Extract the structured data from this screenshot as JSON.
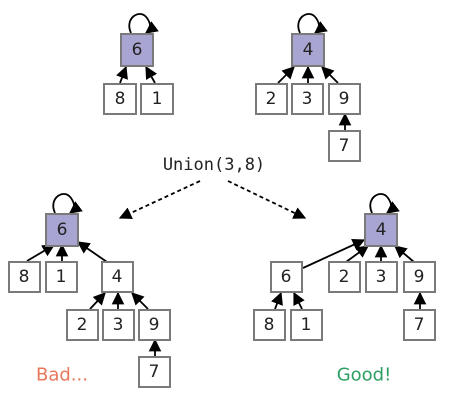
{
  "colors": {
    "root_fill": "#a9a5d2",
    "node_fill": "#ffffff",
    "node_stroke": "#7a7a7a",
    "edge": "#000000",
    "bad": "#e8765a",
    "good": "#2e9e62"
  },
  "operation": "Union(3,8)",
  "bad_label": "Bad...",
  "good_label": "Good!",
  "before": {
    "tree_a": {
      "root": "6",
      "children": [
        "8",
        "1"
      ]
    },
    "tree_b": {
      "root": "4",
      "children": [
        "2",
        "3",
        "9"
      ],
      "grandchild_of_9": "7"
    }
  },
  "bad_result": {
    "root": "6",
    "children": [
      "8",
      "1",
      "4"
    ],
    "children_of_4": [
      "2",
      "3",
      "9"
    ],
    "grandchild_of_9": "7"
  },
  "good_result": {
    "root": "4",
    "children": [
      "6",
      "2",
      "3",
      "9"
    ],
    "children_of_6": [
      "8",
      "1"
    ],
    "grandchild_of_9": "7"
  }
}
